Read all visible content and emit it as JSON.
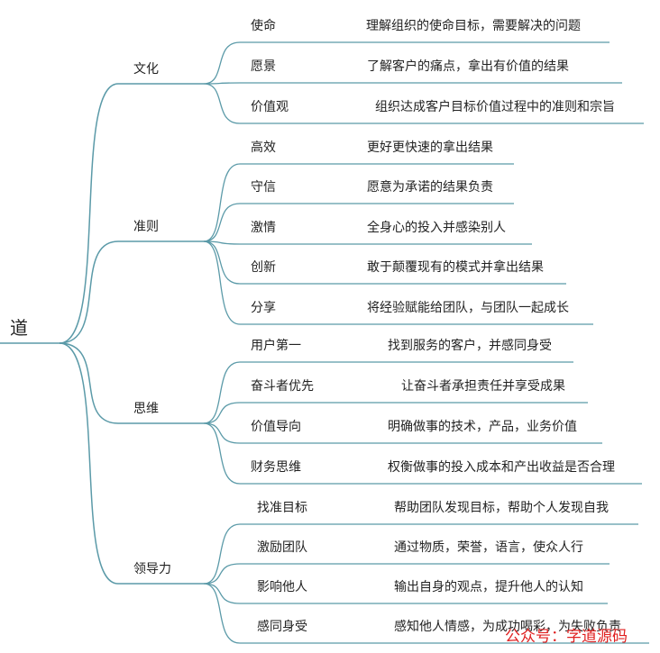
{
  "root": "道",
  "watermark": "公众号：字道源码",
  "colors": {
    "line": "#5b9aa8",
    "text": "#222222",
    "watermark": "#e02020"
  },
  "branches": [
    {
      "label": "文化",
      "items": [
        {
          "label": "使命",
          "desc": "理解组织的使命目标，需要解决的问题"
        },
        {
          "label": "愿景",
          "desc": "了解客户的痛点，拿出有价值的结果"
        },
        {
          "label": "价值观",
          "desc": "组织达成客户目标价值过程中的准则和宗旨"
        }
      ]
    },
    {
      "label": "准则",
      "items": [
        {
          "label": "高效",
          "desc": "更好更快速的拿出结果"
        },
        {
          "label": "守信",
          "desc": "愿意为承诺的结果负责"
        },
        {
          "label": "激情",
          "desc": "全身心的投入并感染别人"
        },
        {
          "label": "创新",
          "desc": "敢于颠覆现有的模式并拿出结果"
        },
        {
          "label": "分享",
          "desc": "将经验赋能给团队，与团队一起成长"
        }
      ]
    },
    {
      "label": "思维",
      "items": [
        {
          "label": "用户第一",
          "desc": "找到服务的客户，并感同身受"
        },
        {
          "label": "奋斗者优先",
          "desc": "让奋斗者承担责任并享受成果"
        },
        {
          "label": "价值导向",
          "desc": "明确做事的技术，产品，业务价值"
        },
        {
          "label": "财务思维",
          "desc": "权衡做事的投入成本和产出收益是否合理"
        }
      ]
    },
    {
      "label": "领导力",
      "items": [
        {
          "label": "找准目标",
          "desc": "帮助团队发现目标，帮助个人发现自我"
        },
        {
          "label": "激励团队",
          "desc": "通过物质，荣誉，语言，使众人行"
        },
        {
          "label": "影响他人",
          "desc": "输出自身的观点，提升他人的认知"
        },
        {
          "label": "感同身受",
          "desc": "感知他人情感，为成功喝彩，为失败负责"
        }
      ]
    }
  ]
}
